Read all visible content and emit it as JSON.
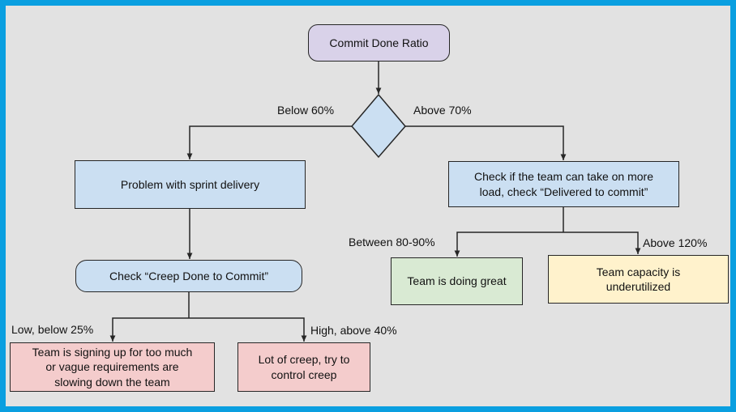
{
  "colors": {
    "frame": "#0a9fe0",
    "background": "#e2e2e2",
    "purple": "#d9d2e9",
    "blue": "#cbdff2",
    "pink": "#f4cccc",
    "green": "#d9ead3",
    "yellow": "#fff2cc",
    "stroke": "#262626"
  },
  "nodes": {
    "start": "Commit Done Ratio",
    "problem": "Problem with sprint delivery",
    "check_load": "Check if the team can take on more\nload, check “Delivered to commit”",
    "check_creep": "Check “Creep Done to Commit”",
    "signing_up": "Team is signing up for too much\nor vague requirements are\nslowing down the team",
    "lot_of_creep": "Lot of creep, try to\ncontrol creep",
    "doing_great": "Team is doing great",
    "underutilized": "Team capacity is\nunderutilized"
  },
  "edge_labels": {
    "below_60": "Below 60%",
    "above_70": "Above 70%",
    "low_below_25": "Low, below 25%",
    "high_above_40": "High, above 40%",
    "between_80_90": "Between 80-90%",
    "above_120": "Above 120%"
  }
}
